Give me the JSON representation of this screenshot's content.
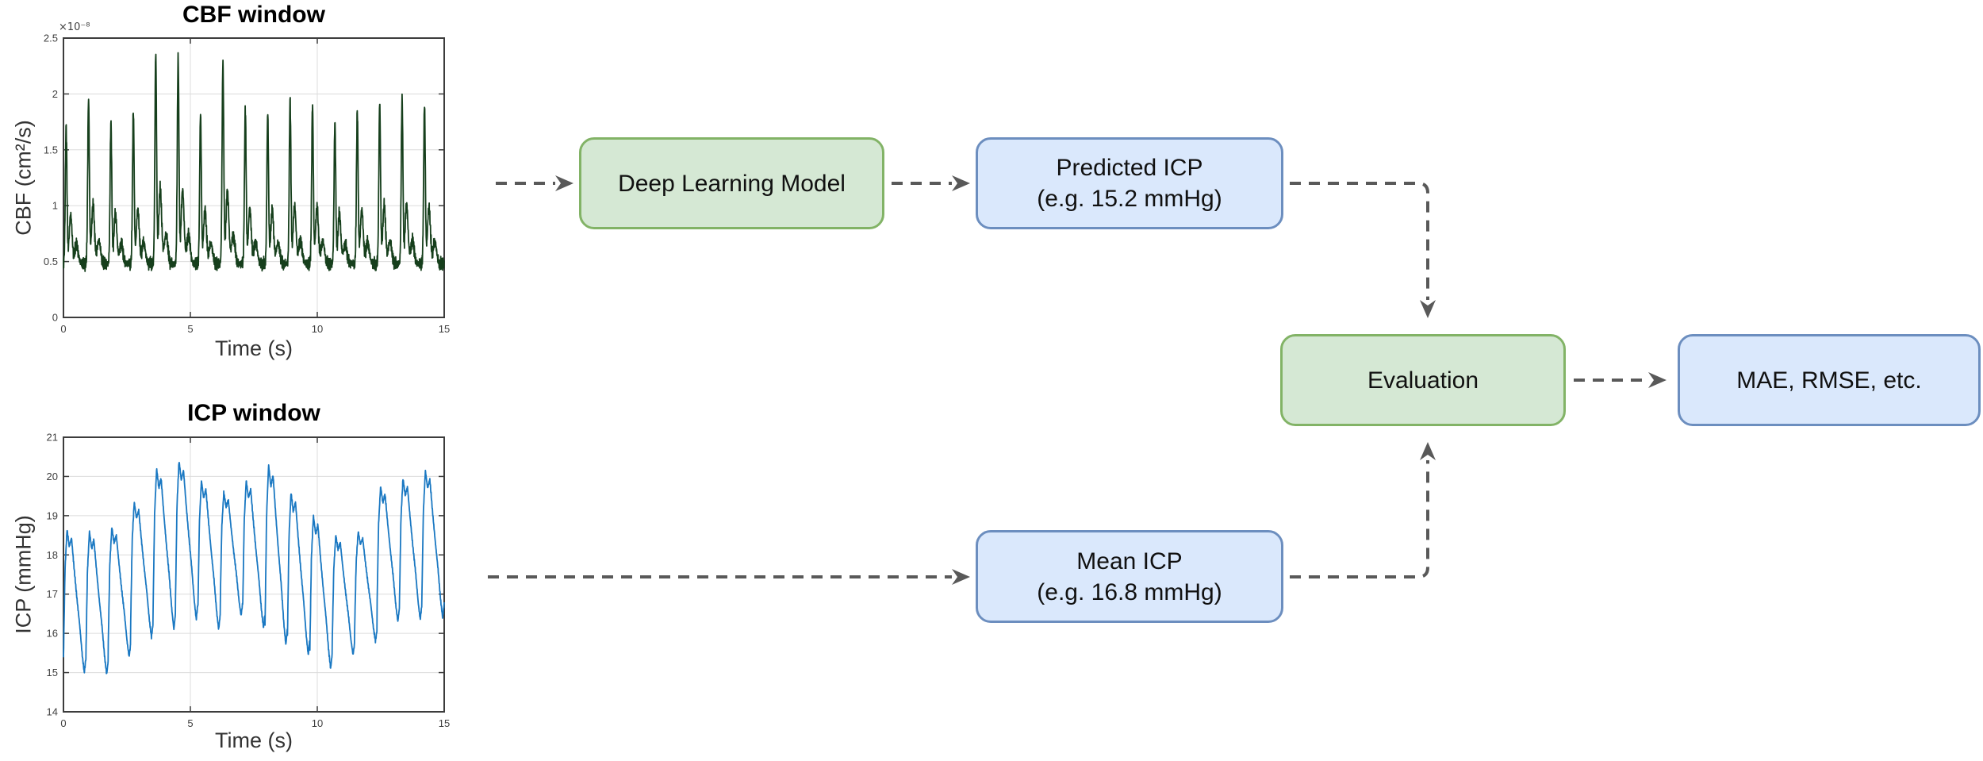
{
  "chart_data": [
    {
      "id": "cbf_window",
      "type": "line",
      "title": "CBF window",
      "xlabel": "Time (s)",
      "ylabel": "CBF (cm²/s)",
      "y_multiplier": "×10⁻⁸",
      "xlim": [
        0,
        15
      ],
      "ylim": [
        0,
        2.5
      ],
      "xticks": [
        0,
        5,
        10,
        15
      ],
      "yticks": [
        0,
        0.5,
        1,
        1.5,
        2,
        2.5
      ],
      "grid": true,
      "legend": "none",
      "line_color": "#163f1c",
      "signal": {
        "description": "pulsatile cerebral blood flow waveform, ~17 cardiac cycles over 15 s, systolic spikes 1.7-2.4e-8 with baseline ~0.5e-8",
        "beats": 17,
        "duration_s": 15,
        "baseline": 0.48,
        "noise": 0.07,
        "peaks": [
          1.7,
          1.95,
          1.74,
          1.84,
          2.36,
          2.32,
          1.82,
          2.28,
          1.86,
          1.82,
          1.94,
          1.9,
          1.74,
          1.84,
          1.92,
          1.96,
          1.9
        ]
      }
    },
    {
      "id": "icp_window",
      "type": "line",
      "title": "ICP window",
      "xlabel": "Time (s)",
      "ylabel": "ICP (mmHg)",
      "xlim": [
        0,
        15
      ],
      "ylim": [
        14,
        21
      ],
      "xticks": [
        0,
        5,
        10,
        15
      ],
      "yticks": [
        14,
        15,
        16,
        17,
        18,
        19,
        20,
        21
      ],
      "grid": true,
      "legend": "none",
      "line_color": "#1a78c2",
      "signal": {
        "description": "pulsatile intracranial pressure waveform, ~17 cardiac cycles over 15 s, peaks 18.5-20.4 mmHg, troughs 15.0-16.5 mmHg",
        "beats": 17,
        "duration_s": 15,
        "noise": 0.05,
        "peaks": [
          18.65,
          18.6,
          18.7,
          19.35,
          20.2,
          20.4,
          19.9,
          19.6,
          19.9,
          20.3,
          19.6,
          19.0,
          18.5,
          18.6,
          19.75,
          19.95,
          20.15
        ],
        "troughs": [
          15.0,
          14.95,
          15.4,
          15.9,
          16.1,
          16.35,
          16.1,
          16.45,
          16.15,
          15.7,
          15.45,
          15.1,
          15.45,
          15.8,
          16.3,
          16.35,
          16.4
        ]
      }
    }
  ],
  "diagram": {
    "arrow_color": "#595959",
    "boxes": {
      "deep_learning_model": {
        "label": "Deep Learning Model",
        "fill": "#d5e8d4",
        "border": "#82b366"
      },
      "predicted_icp": {
        "line1": "Predicted ICP",
        "line2": "(e.g. 15.2 mmHg)",
        "fill": "#dae8fc",
        "border": "#6c8ebf"
      },
      "mean_icp": {
        "line1": "Mean ICP",
        "line2": "(e.g. 16.8 mmHg)",
        "fill": "#dae8fc",
        "border": "#6c8ebf"
      },
      "evaluation": {
        "label": "Evaluation",
        "fill": "#d5e8d4",
        "border": "#82b366"
      },
      "mae_rmse": {
        "label": "MAE, RMSE, etc.",
        "fill": "#dae8fc",
        "border": "#6c8ebf"
      }
    }
  }
}
